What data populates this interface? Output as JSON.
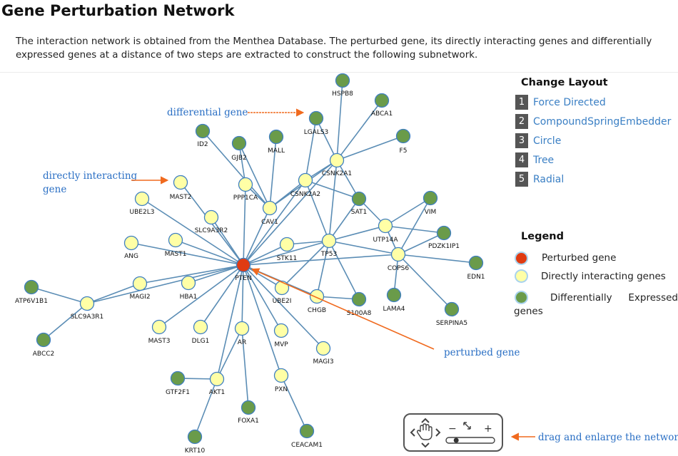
{
  "page": {
    "title": "Gene Perturbation Network",
    "description": "The interaction network is obtained from the Menthea Database. The perturbed gene, its directly interacting genes and differentially expressed genes at a distance of two steps are extracted to construct the following subnetwork."
  },
  "colors": {
    "perturbed": "#e03b12",
    "interacting": "#ffffa6",
    "differential": "#6a9b4a",
    "node_border": "#3f7fc2",
    "edge": "#5b8db5",
    "annotation_arrow": "#f06a1e",
    "annotation_text": "#2a6fc4"
  },
  "network": {
    "nodes": [
      {
        "id": "PTEN",
        "type": "perturbed"
      },
      {
        "id": "HSPB8",
        "type": "differential"
      },
      {
        "id": "ABCA1",
        "type": "differential"
      },
      {
        "id": "LGALS3",
        "type": "differential"
      },
      {
        "id": "F5",
        "type": "differential"
      },
      {
        "id": "ID2",
        "type": "differential"
      },
      {
        "id": "GJB2",
        "type": "differential"
      },
      {
        "id": "MALL",
        "type": "differential"
      },
      {
        "id": "CSNK2A1",
        "type": "interacting"
      },
      {
        "id": "MAST2",
        "type": "interacting"
      },
      {
        "id": "PPP1CA",
        "type": "interacting"
      },
      {
        "id": "CSNK2A2",
        "type": "interacting"
      },
      {
        "id": "UBE2L3",
        "type": "interacting"
      },
      {
        "id": "SAT1",
        "type": "differential"
      },
      {
        "id": "VIM",
        "type": "differential"
      },
      {
        "id": "CAV1",
        "type": "interacting"
      },
      {
        "id": "SLC9A3R2",
        "type": "interacting"
      },
      {
        "id": "UTP14A",
        "type": "interacting"
      },
      {
        "id": "PDZK1IP1",
        "type": "differential"
      },
      {
        "id": "ANG",
        "type": "interacting"
      },
      {
        "id": "MAST1",
        "type": "interacting"
      },
      {
        "id": "TP53",
        "type": "interacting"
      },
      {
        "id": "STK11",
        "type": "interacting"
      },
      {
        "id": "COPS6",
        "type": "interacting"
      },
      {
        "id": "EDN1",
        "type": "differential"
      },
      {
        "id": "ATP6V1B1",
        "type": "differential"
      },
      {
        "id": "MAGI2",
        "type": "interacting"
      },
      {
        "id": "HBA1",
        "type": "interacting"
      },
      {
        "id": "UBE2I",
        "type": "interacting"
      },
      {
        "id": "CHGB",
        "type": "interacting"
      },
      {
        "id": "S100A8",
        "type": "differential"
      },
      {
        "id": "LAMA4",
        "type": "differential"
      },
      {
        "id": "SERPINA5",
        "type": "differential"
      },
      {
        "id": "SLC9A3R1",
        "type": "interacting"
      },
      {
        "id": "MAST3",
        "type": "interacting"
      },
      {
        "id": "DLG1",
        "type": "interacting"
      },
      {
        "id": "AR",
        "type": "interacting"
      },
      {
        "id": "MVP",
        "type": "interacting"
      },
      {
        "id": "ABCC2",
        "type": "differential"
      },
      {
        "id": "MAGI3",
        "type": "interacting"
      },
      {
        "id": "GTF2F1",
        "type": "differential"
      },
      {
        "id": "AKT1",
        "type": "interacting"
      },
      {
        "id": "PXN",
        "type": "interacting"
      },
      {
        "id": "FOXA1",
        "type": "differential"
      },
      {
        "id": "KRT10",
        "type": "differential"
      },
      {
        "id": "CEACAM1",
        "type": "differential"
      }
    ],
    "edges": [
      [
        "PTEN",
        "MAST2"
      ],
      [
        "PTEN",
        "UBE2L3"
      ],
      [
        "PTEN",
        "SLC9A3R2"
      ],
      [
        "PTEN",
        "ANG"
      ],
      [
        "PTEN",
        "MAST1"
      ],
      [
        "PTEN",
        "MAGI2"
      ],
      [
        "PTEN",
        "HBA1"
      ],
      [
        "PTEN",
        "MAST3"
      ],
      [
        "PTEN",
        "DLG1"
      ],
      [
        "PTEN",
        "AR"
      ],
      [
        "PTEN",
        "MVP"
      ],
      [
        "PTEN",
        "MAGI3"
      ],
      [
        "PTEN",
        "UBE2I"
      ],
      [
        "PTEN",
        "CHGB"
      ],
      [
        "PTEN",
        "STK11"
      ],
      [
        "PTEN",
        "TP53"
      ],
      [
        "PTEN",
        "CAV1"
      ],
      [
        "PTEN",
        "PPP1CA"
      ],
      [
        "PTEN",
        "CSNK2A1"
      ],
      [
        "PTEN",
        "CSNK2A2"
      ],
      [
        "PTEN",
        "COPS6"
      ],
      [
        "PTEN",
        "PXN"
      ],
      [
        "PTEN",
        "AKT1"
      ],
      [
        "PTEN",
        "SLC9A3R1"
      ],
      [
        "SLC9A3R1",
        "ATP6V1B1"
      ],
      [
        "SLC9A3R1",
        "ABCC2"
      ],
      [
        "SLC9A3R1",
        "MAGI2"
      ],
      [
        "AR",
        "FOXA1"
      ],
      [
        "AR",
        "AKT1"
      ],
      [
        "AKT1",
        "GTF2F1"
      ],
      [
        "AKT1",
        "KRT10"
      ],
      [
        "PXN",
        "CEACAM1"
      ],
      [
        "CSNK2A1",
        "HSPB8"
      ],
      [
        "CSNK2A1",
        "ABCA1"
      ],
      [
        "CSNK2A1",
        "LGALS3"
      ],
      [
        "CSNK2A1",
        "F5"
      ],
      [
        "CSNK2A1",
        "TP53"
      ],
      [
        "CSNK2A1",
        "CAV1"
      ],
      [
        "CSNK2A1",
        "SAT1"
      ],
      [
        "CSNK2A1",
        "CSNK2A2"
      ],
      [
        "CSNK2A2",
        "TP53"
      ],
      [
        "CSNK2A2",
        "SAT1"
      ],
      [
        "CSNK2A2",
        "LGALS3"
      ],
      [
        "CSNK2A2",
        "CAV1"
      ],
      [
        "CAV1",
        "GJB2"
      ],
      [
        "CAV1",
        "MALL"
      ],
      [
        "CAV1",
        "ID2"
      ],
      [
        "PPP1CA",
        "CAV1"
      ],
      [
        "PPP1CA",
        "GJB2"
      ],
      [
        "TP53",
        "UTP14A"
      ],
      [
        "TP53",
        "COPS6"
      ],
      [
        "TP53",
        "STK11"
      ],
      [
        "TP53",
        "UBE2I"
      ],
      [
        "TP53",
        "S100A8"
      ],
      [
        "TP53",
        "SAT1"
      ],
      [
        "TP53",
        "CHGB"
      ],
      [
        "UTP14A",
        "VIM"
      ],
      [
        "UTP14A",
        "PDZK1IP1"
      ],
      [
        "UTP14A",
        "SAT1"
      ],
      [
        "UTP14A",
        "COPS6"
      ],
      [
        "COPS6",
        "VIM"
      ],
      [
        "COPS6",
        "PDZK1IP1"
      ],
      [
        "COPS6",
        "EDN1"
      ],
      [
        "COPS6",
        "SERPINA5"
      ],
      [
        "COPS6",
        "LAMA4"
      ],
      [
        "CHGB",
        "S100A8"
      ]
    ]
  },
  "annotations": {
    "differential_gene": "differential gene",
    "directly_interacting_line1": "directly interacting",
    "directly_interacting_line2": "gene",
    "perturbed_gene": "perturbed gene",
    "drag_enlarge": "drag and enlarge the network"
  },
  "layout_panel": {
    "title": "Change Layout",
    "items": [
      {
        "num": "1",
        "label": "Force Directed"
      },
      {
        "num": "2",
        "label": "CompoundSpringEmbedder"
      },
      {
        "num": "3",
        "label": "Circle"
      },
      {
        "num": "4",
        "label": "Tree"
      },
      {
        "num": "5",
        "label": "Radial"
      }
    ]
  },
  "legend": {
    "title": "Legend",
    "perturbed": "Perturbed gene",
    "interacting": "Directly interacting genes",
    "differential_part1": "Differentially",
    "differential_part2": "Expressed",
    "differential_part3": "genes"
  },
  "zoom_control": {
    "minus": "−",
    "plus": "+",
    "zoom_level": 0.17
  }
}
